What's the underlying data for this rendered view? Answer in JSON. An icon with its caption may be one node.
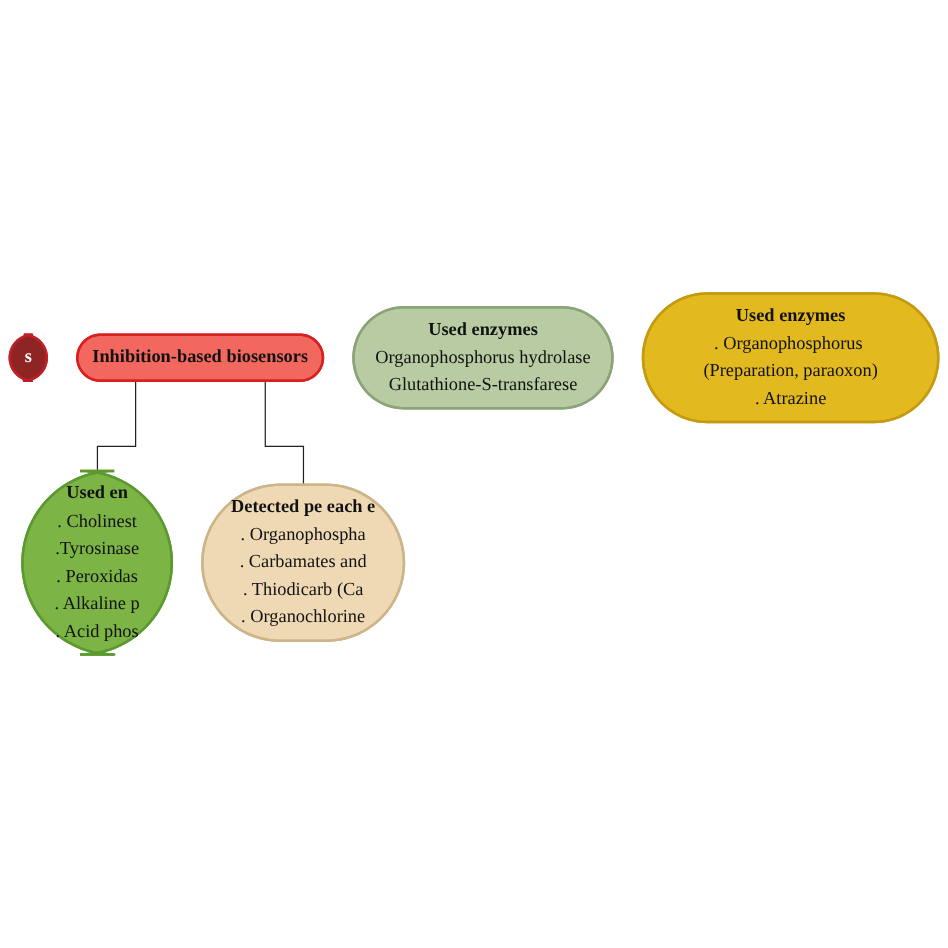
{
  "diagram": {
    "nodes": [
      {
        "text": [
          "s"
        ]
      },
      {
        "text": [
          "Inhibition-based biosensors"
        ]
      },
      {
        "text": [
          "Used enzymes",
          "Organophosphorus hydrolase",
          "Glutathione-S-transfarese"
        ]
      },
      {
        "text": [
          "Used enzymes",
          ". Organophosphorus (Preparation, paraoxon)",
          ". Atrazine"
        ]
      },
      {
        "text": [
          "Used en",
          ". Cholinest",
          ".Tyrosinase",
          ". Peroxidas",
          ". Alkaline p",
          ". Acid phos"
        ]
      },
      {
        "text": [
          "Detected pe each e",
          ". Organophospha",
          ". Carbamates and",
          ". Thiodicarb (Ca",
          ". Organochlorine"
        ]
      }
    ],
    "edges": [
      {
        "from": 1,
        "to": 4,
        "arrow": "none"
      },
      {
        "from": 1,
        "to": 5,
        "arrow": "none"
      }
    ]
  }
}
